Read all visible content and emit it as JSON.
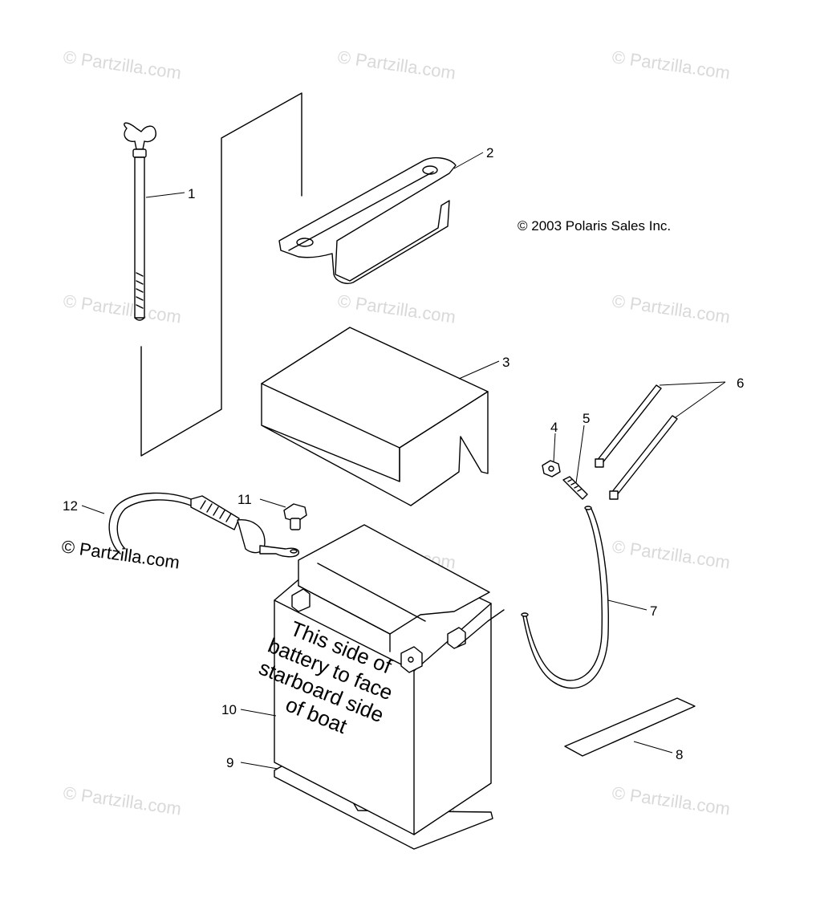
{
  "copyright": "© 2003 Polaris Sales Inc.",
  "watermark_text": "© Partzilla.com",
  "battery_label": {
    "lines": [
      "This side of",
      "battery to face",
      "starboard side",
      "of boat"
    ]
  },
  "callouts": {
    "c1": "1",
    "c2": "2",
    "c3": "3",
    "c4": "4",
    "c5": "5",
    "c6": "6",
    "c7": "7",
    "c8": "8",
    "c9": "9",
    "c10": "10",
    "c11": "11",
    "c12": "12"
  },
  "parts": [
    {
      "id": "1",
      "icon": "wing-bolt-icon"
    },
    {
      "id": "2",
      "icon": "hold-down-bracket-icon"
    },
    {
      "id": "3",
      "icon": "battery-cover-icon"
    },
    {
      "id": "4",
      "icon": "nut-icon"
    },
    {
      "id": "5",
      "icon": "screw-icon"
    },
    {
      "id": "6",
      "icon": "cable-tie-icon"
    },
    {
      "id": "7",
      "icon": "vent-tube-icon"
    },
    {
      "id": "8",
      "icon": "pad-strip-icon"
    },
    {
      "id": "9",
      "icon": "battery-pad-icon"
    },
    {
      "id": "10",
      "icon": "battery-icon"
    },
    {
      "id": "11",
      "icon": "bolt-icon"
    },
    {
      "id": "12",
      "icon": "battery-cable-icon"
    }
  ]
}
